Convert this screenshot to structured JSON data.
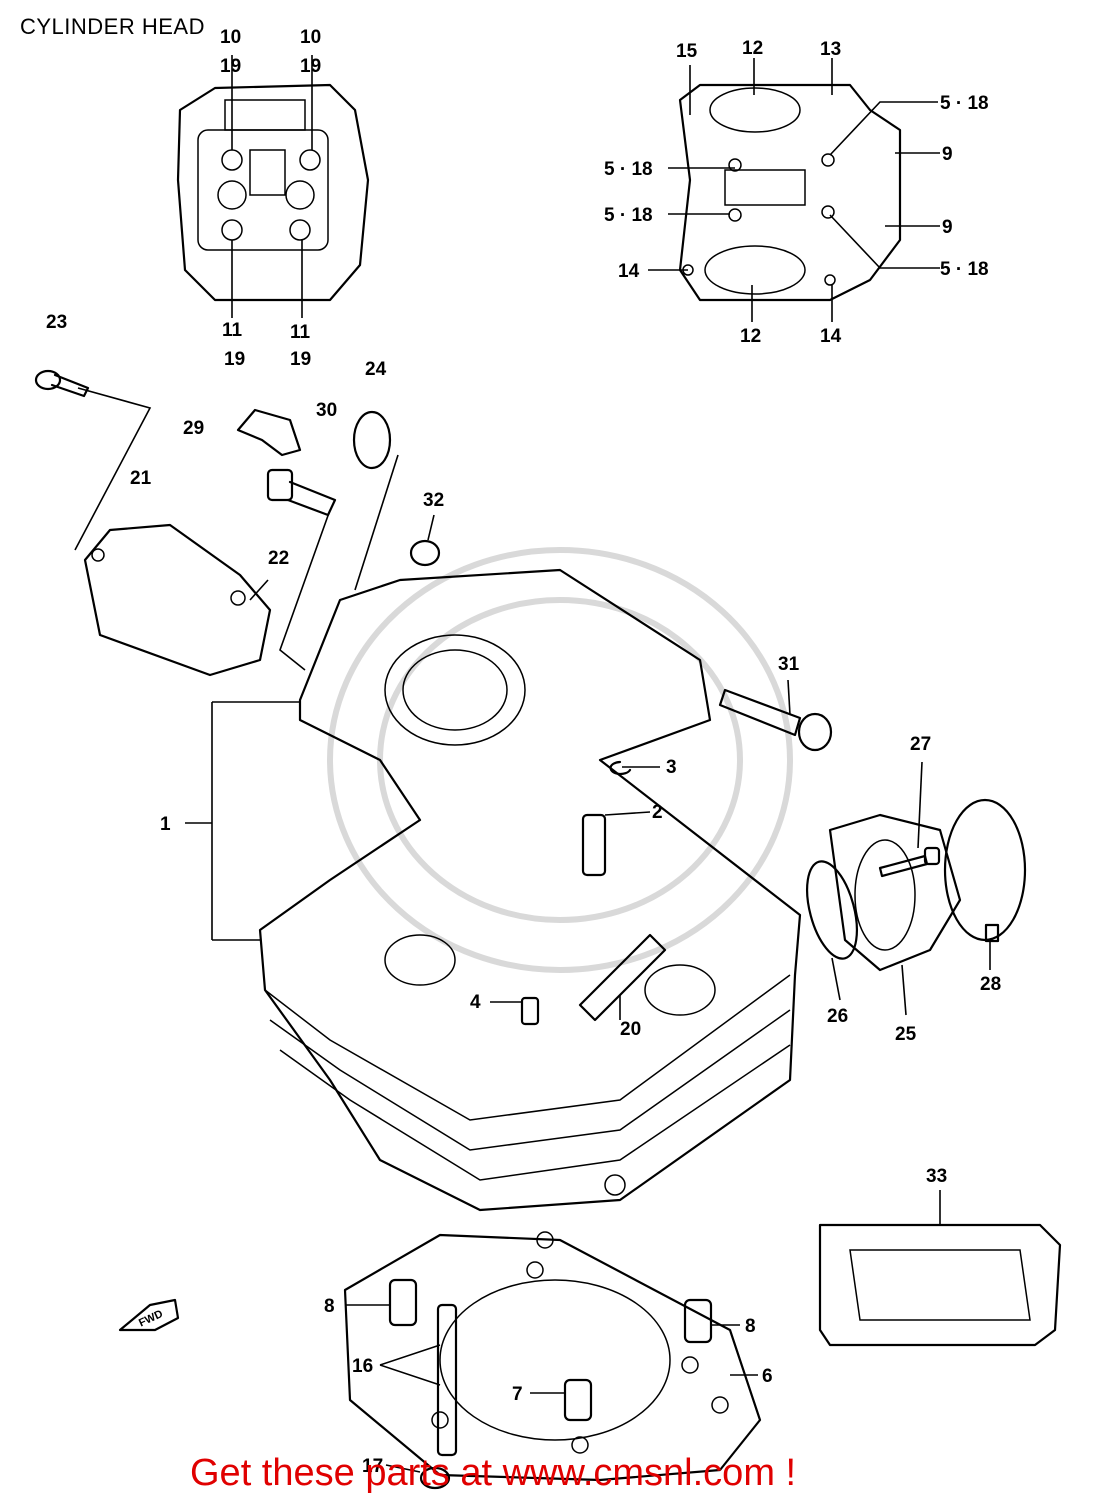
{
  "title": "CYLINDER HEAD",
  "footer": "Get these parts at www.cmsnl.com !",
  "footer_color": "#e00000",
  "callouts": {
    "c1": "1",
    "c2": "2",
    "c3": "3",
    "c4": "4",
    "c5_18_a": "5 · 18",
    "c5_18_b": "5 · 18",
    "c5_18_c": "5 · 18",
    "c5_18_d": "5 · 18",
    "c6": "6",
    "c7": "7",
    "c8_a": "8",
    "c8_b": "8",
    "c9_a": "9",
    "c9_b": "9",
    "c10_a": "10",
    "c10_b": "10",
    "c11_a": "11",
    "c11_b": "11",
    "c12_a": "12",
    "c12_b": "12",
    "c13": "13",
    "c14_a": "14",
    "c14_b": "14",
    "c15": "15",
    "c16": "16",
    "c17": "17",
    "c19_a": "19",
    "c19_b": "19",
    "c19_c": "19",
    "c19_d": "19",
    "c20": "20",
    "c21": "21",
    "c22": "22",
    "c23": "23",
    "c24": "24",
    "c25": "25",
    "c26": "26",
    "c27": "27",
    "c28": "28",
    "c29": "29",
    "c30": "30",
    "c31": "31",
    "c32": "32",
    "c33": "33"
  },
  "front_arrow_text": "FWD"
}
